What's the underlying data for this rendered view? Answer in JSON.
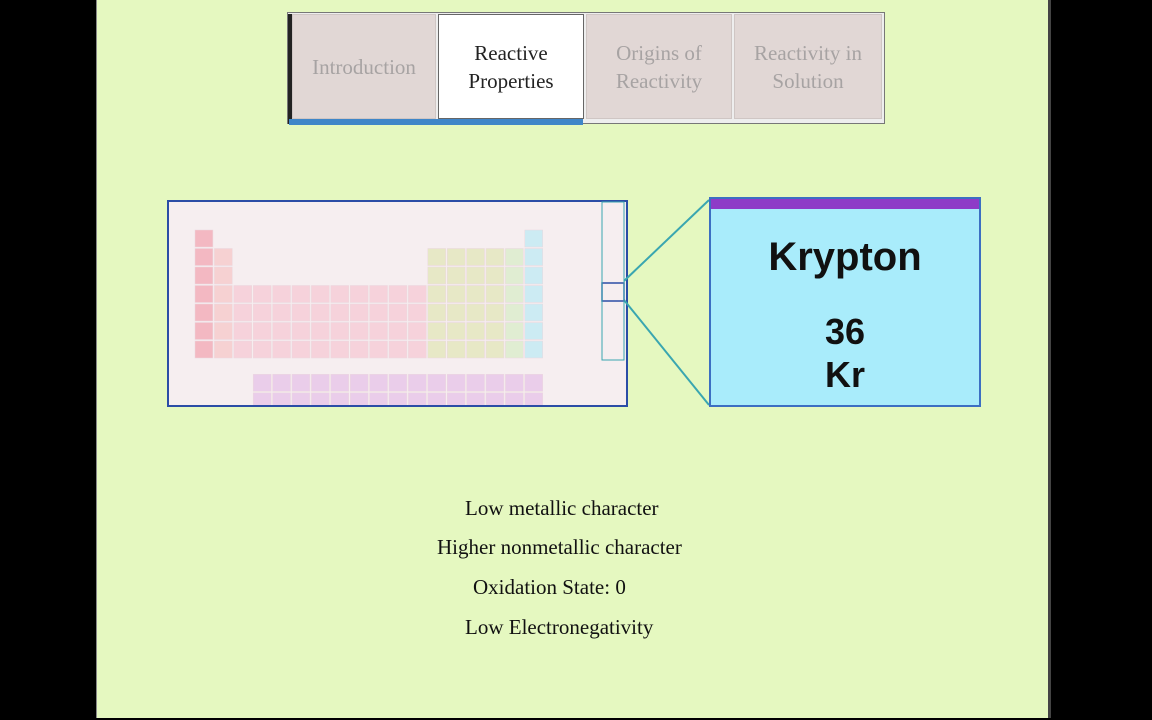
{
  "tabs": [
    {
      "label_line1": "Introduction",
      "label_line2": "",
      "active": false
    },
    {
      "label_line1": "Reactive",
      "label_line2": "Properties",
      "active": true
    },
    {
      "label_line1": "Origins of",
      "label_line2": "Reactivity",
      "active": false
    },
    {
      "label_line1": "Reactivity in",
      "label_line2": "Solution",
      "active": false
    }
  ],
  "element": {
    "name": "Krypton",
    "atomic_number": "36",
    "symbol": "Kr"
  },
  "properties": [
    "Low metallic character",
    "Higher nonmetallic character",
    "Oxidation State: 0",
    "Low Electronegativity"
  ],
  "colors": {
    "background": "#e5f8c0",
    "card_bg": "#a9ecfb",
    "card_bar": "#8e3cc7",
    "active_tab_underline": "#3f86c8",
    "highlight_lines": "#3aa6b0"
  }
}
